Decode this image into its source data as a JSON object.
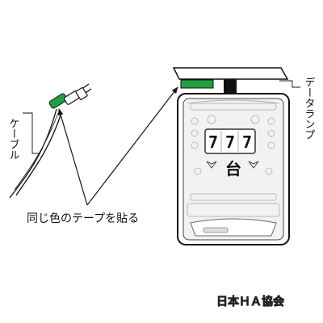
{
  "labels": {
    "cable": "ケーブル",
    "data_lamp": "データランプ",
    "instruction": "同じ色のテープを貼る",
    "reel_digits": [
      "7",
      "7",
      "7"
    ],
    "machine_char": "台",
    "logo": "日本ＨＡ協会"
  },
  "colors": {
    "tape": "#22a040",
    "outline": "#111111",
    "machine_fill": "#f2f2f2",
    "machine_detail": "#bbbbbb"
  }
}
